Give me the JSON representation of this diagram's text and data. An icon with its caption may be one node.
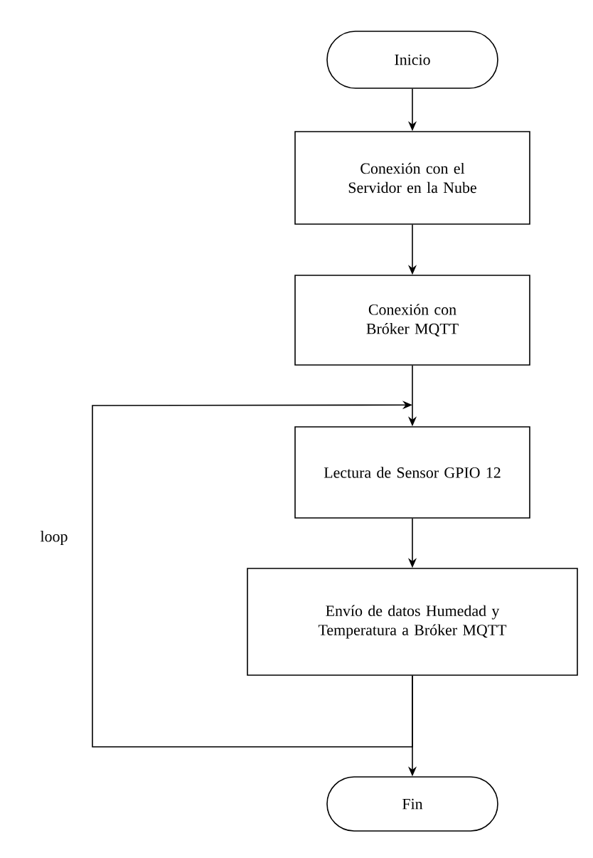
{
  "diagram": {
    "nodes": [
      {
        "text": [
          "Inicio"
        ]
      },
      {
        "text": [
          "Conexión con el Servidor en la Nube"
        ]
      },
      {
        "text": [
          "Conexión con Bróker MQTT"
        ]
      },
      {
        "text": [
          "Lectura de Sensor GPIO 12"
        ]
      },
      {
        "text": [
          "Envío de datos Humedad y Temperatura a Bróker MQTT"
        ]
      },
      {
        "text": [
          "Fin"
        ]
      }
    ],
    "edges": [
      {
        "from": 0,
        "to": 1,
        "arrow": "to"
      },
      {
        "from": 1,
        "to": 2,
        "arrow": "to"
      },
      {
        "from": 2,
        "to": 3,
        "arrow": "to"
      },
      {
        "from": 3,
        "to": 4,
        "arrow": "to"
      },
      {
        "from": 4,
        "to": 5,
        "arrow": "to"
      },
      {
        "from": 4,
        "to": 3,
        "arrow": "to",
        "label": "loop"
      }
    ]
  }
}
